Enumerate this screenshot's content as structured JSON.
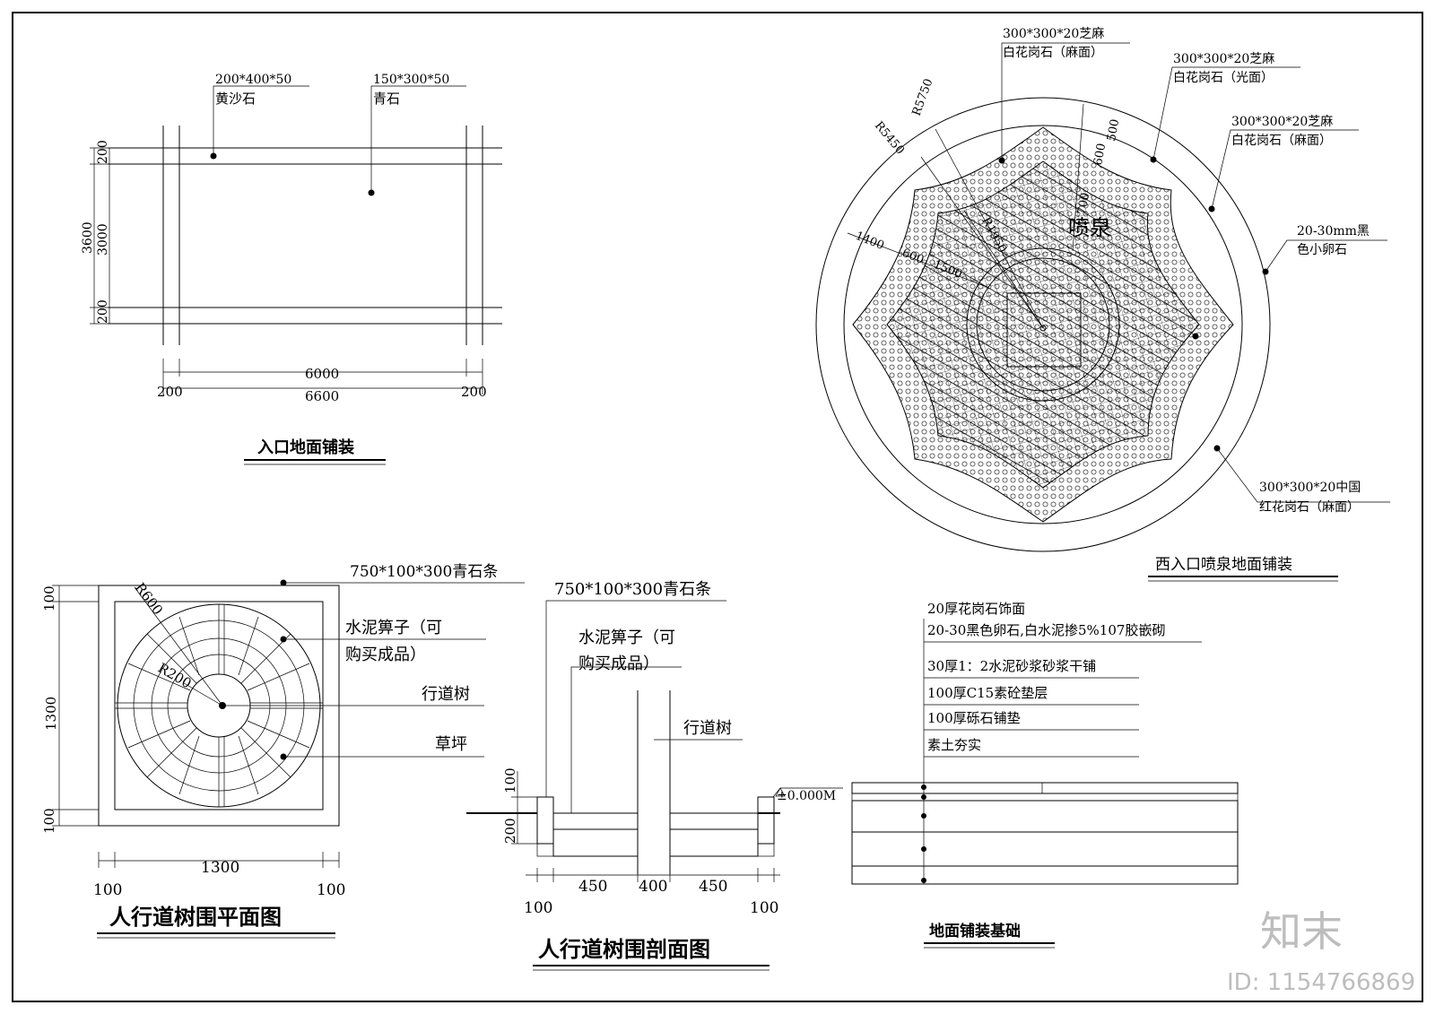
{
  "entrance": {
    "title": "入口地面铺装",
    "label1_size": "200*400*50",
    "label1_mat": "黄沙石",
    "label2_size": "150*300*50",
    "label2_mat": "青石",
    "dim_left_total": "3600",
    "dim_left_mid": "3000",
    "dim_left_top": "200",
    "dim_left_bot": "200",
    "dim_inner": "6000",
    "dim_outer": "6600",
    "dim_side_l": "200",
    "dim_side_r": "200"
  },
  "fountain": {
    "title": "西入口喷泉地面铺装",
    "center_label": "喷泉",
    "l1a": "300*300*20芝麻",
    "l1b": "白花岗石（麻面）",
    "l2a": "300*300*20芝麻",
    "l2b": "白花岗石（光面）",
    "l3a": "300*300*20芝麻",
    "l3b": "白花岗石（麻面）",
    "l4a": "20-30mm黑",
    "l4b": "色小卵石",
    "l5a": "300*300*20中国",
    "l5b": "红花岗石（麻面）",
    "r1": "R5750",
    "r2": "R5450",
    "r3": "R1950",
    "d600": "600",
    "d500": "500",
    "d700": "700",
    "d1400": "1400",
    "d600b": "600",
    "d1500": "1500"
  },
  "tree_plan": {
    "title": "人行道树围平面图",
    "l1": "750*100*300青石条",
    "l2a": "水泥箅子（可",
    "l2b": "购买成品）",
    "l3": "行道树",
    "l4": "草坪",
    "r600": "R600",
    "r200": "R200",
    "d100t": "100",
    "d1300v": "1300",
    "d100b": "100",
    "d1300h": "1300",
    "d100l": "100",
    "d100r": "100"
  },
  "tree_section": {
    "title": "人行道树围剖面图",
    "l1": "750*100*300青石条",
    "l2a": "水泥箅子（可",
    "l2b": "购买成品）",
    "l3": "行道树",
    "level": "±0.000M",
    "d100": "100",
    "d200": "200",
    "d450a": "450",
    "d400": "400",
    "d450b": "450",
    "d100l": "100",
    "d100r": "100"
  },
  "base": {
    "title": "地面铺装基础",
    "layers": [
      "20厚花岗石饰面",
      "20-30黑色卵石,白水泥掺5%107胶嵌砌",
      "30厚1：2水泥砂浆砂浆干铺",
      "100厚C15素砼垫层",
      "100厚砾石铺垫",
      "素土夯实"
    ]
  },
  "brand": {
    "logo": "知末",
    "id": "ID: 1154766869"
  }
}
